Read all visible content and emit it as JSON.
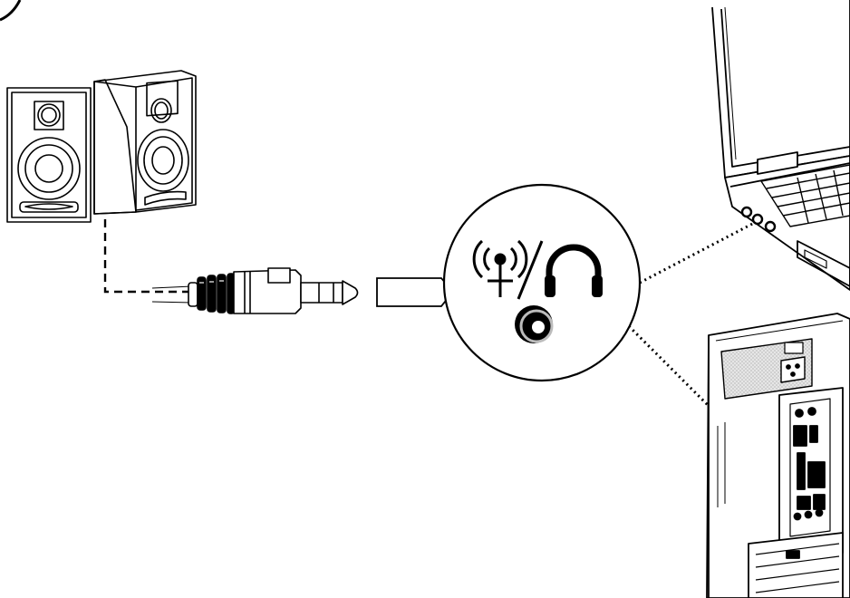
{
  "diagram": {
    "kind": "connection-illustration",
    "background": "#ffffff",
    "ink": "#000000",
    "grey": "#bcbcbc",
    "components": [
      {
        "id": "speakers",
        "icon": "speaker-pair-icon",
        "count": 2
      },
      {
        "id": "audio-jack",
        "icon": "3-5mm-plug-icon"
      },
      {
        "id": "port-callout",
        "icons": [
          "line-out-antenna-icon",
          "headphones-icon",
          "audio-port-icon"
        ]
      },
      {
        "id": "laptop",
        "icon": "laptop-icon"
      },
      {
        "id": "desktop-tower",
        "icon": "pc-tower-icon"
      }
    ],
    "connections": [
      {
        "from": "speakers",
        "to": "audio-jack",
        "style": "dashed"
      },
      {
        "from": "audio-jack",
        "to": "port-callout",
        "style": "arrow"
      },
      {
        "from": "port-callout",
        "to": "laptop",
        "style": "dotted"
      },
      {
        "from": "port-callout",
        "to": "desktop-tower",
        "style": "dotted"
      }
    ]
  }
}
